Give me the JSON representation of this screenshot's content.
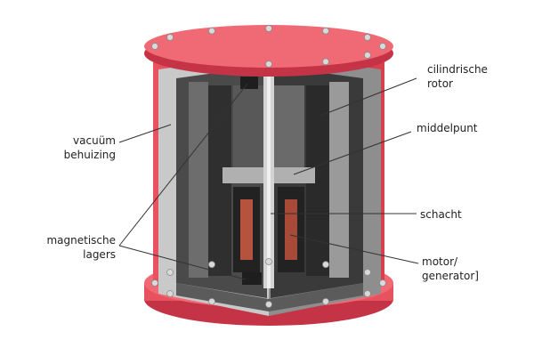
{
  "labels": {
    "rotor": "cilindrische\nrotor",
    "hub": "middelpunt",
    "shaft": "schacht",
    "motor": "motor/\ngenerator]",
    "vacuum": "vacuüm\nbehuizing",
    "bearings": "magnetische\nlagers"
  },
  "colors": {
    "housing_red": "#e8525e",
    "housing_red_dark": "#c43446",
    "flange_red": "#f06a75",
    "cut_steel": "#b9b9b9",
    "rotor_dark": "#3a3a3a",
    "copper": "#b5533f",
    "leader": "#333333"
  }
}
